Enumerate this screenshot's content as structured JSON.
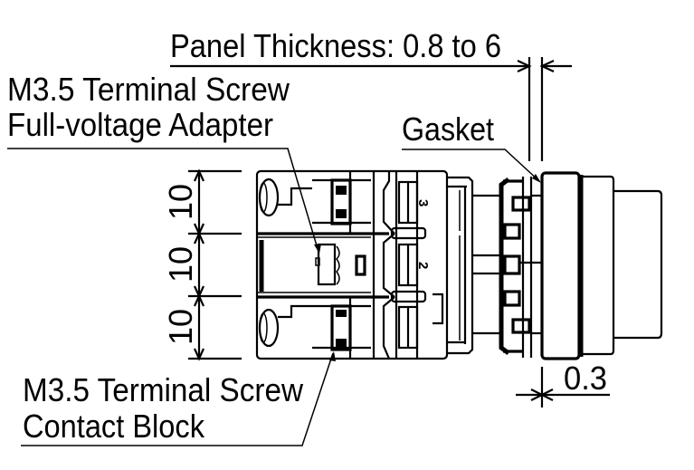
{
  "diagram": {
    "type": "dimensional drawing",
    "subject": "Pushbutton switch with contact blocks and full-voltage adapter (side view)",
    "background": "#ffffff",
    "line_color": "#000000"
  },
  "labels": {
    "panel_thickness": "Panel Thickness: 0.8 to 6",
    "adapter_line1": "M3.5 Terminal Screw",
    "adapter_line2": "Full-voltage Adapter",
    "gasket": "Gasket",
    "contact_line1": "M3.5 Terminal Screw",
    "contact_line2": "Contact Block"
  },
  "dimensions": {
    "pitch_top": "10",
    "pitch_middle": "10",
    "pitch_bottom": "10",
    "bezel_offset": "0.3"
  },
  "markings": {
    "terminal_upper": "3",
    "terminal_middle": "2"
  }
}
